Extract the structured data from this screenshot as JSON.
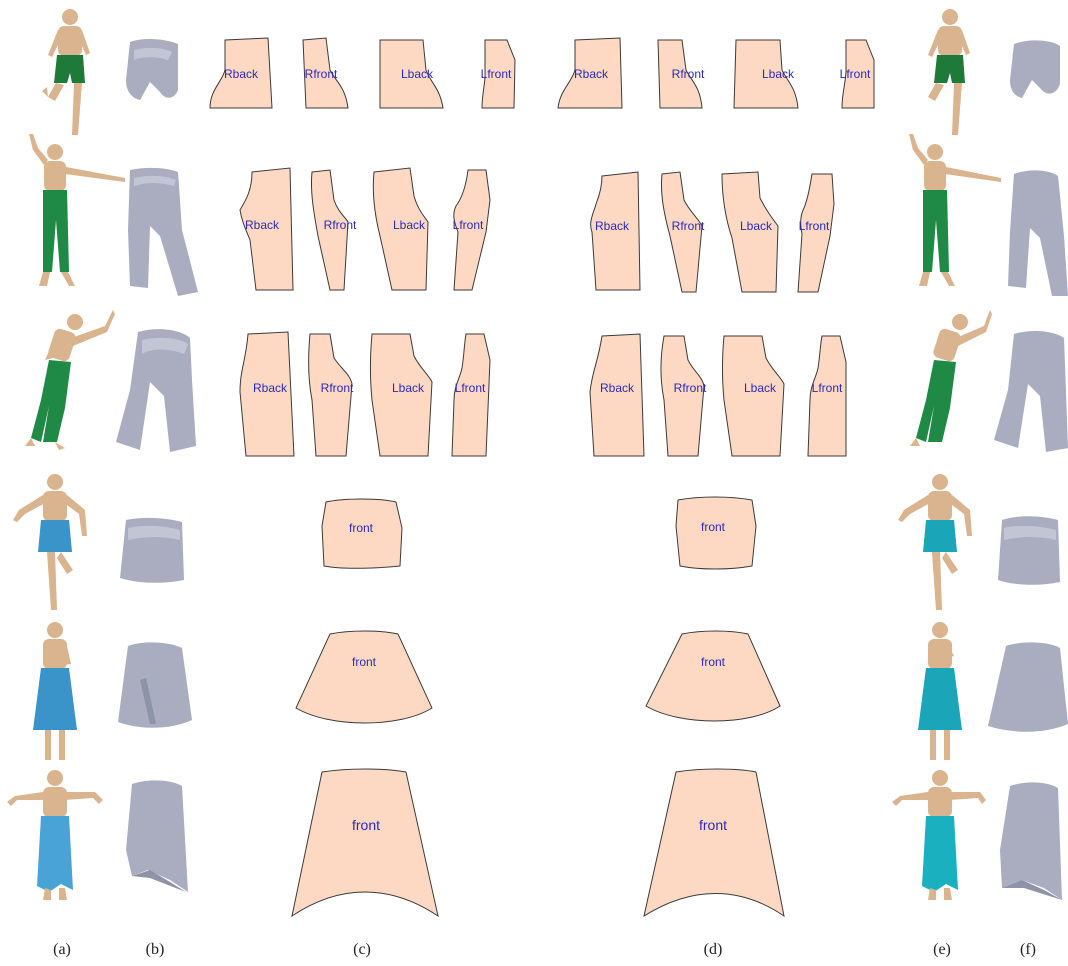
{
  "rows": [
    {
      "garment": "shorts",
      "garment_color": "#1f7a3a",
      "labels_c": [
        "Rback",
        "Rfront",
        "Lback",
        "Lfront"
      ],
      "labels_d": [
        "Rback",
        "Rfront",
        "Lback",
        "Lfront"
      ]
    },
    {
      "garment": "pants",
      "garment_color": "#1f8a46",
      "labels_c": [
        "Rback",
        "Rfront",
        "Lback",
        "Lfront"
      ],
      "labels_d": [
        "Rback",
        "Rfront",
        "Lback",
        "Lfront"
      ]
    },
    {
      "garment": "pants",
      "garment_color": "#1f8a46",
      "labels_c": [
        "Rback",
        "Rfront",
        "Lback",
        "Lfront"
      ],
      "labels_d": [
        "Rback",
        "Rfront",
        "Lback",
        "Lfront"
      ]
    },
    {
      "garment": "skirt",
      "garment_color": "#3a93c9",
      "garment_color_e": "#1aa6b8",
      "labels_c": [
        "front"
      ],
      "labels_d": [
        "front"
      ]
    },
    {
      "garment": "skirt",
      "garment_color": "#3a93c9",
      "garment_color_e": "#1aa6b8",
      "labels_c": [
        "front"
      ],
      "labels_d": [
        "front"
      ]
    },
    {
      "garment": "skirt",
      "garment_color": "#4aa3d6",
      "garment_color_e": "#1ab0bf",
      "labels_c": [
        "front"
      ],
      "labels_d": [
        "front"
      ]
    }
  ],
  "captions": {
    "a": "(a)",
    "b": "(b)",
    "c": "(c)",
    "d": "(d)",
    "e": "(e)",
    "f": "(f)"
  },
  "colors": {
    "panel_fill": "#fdd9c3",
    "label_text": "#2a2ab8",
    "cloth_gray": "#a9adbf",
    "skin": "#d9b48e"
  }
}
